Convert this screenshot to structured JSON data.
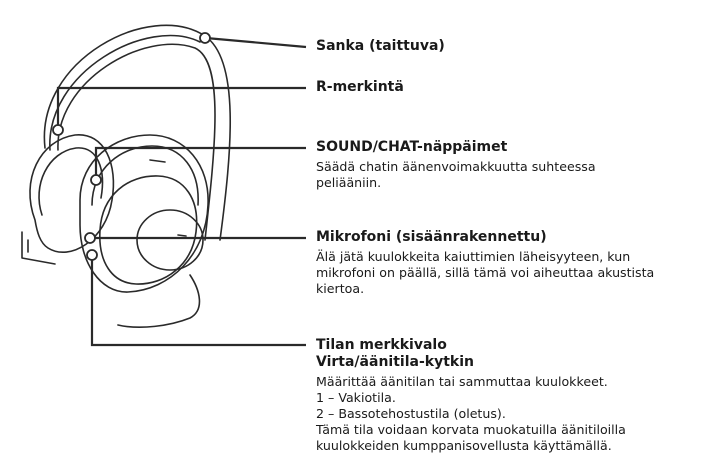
{
  "labels": {
    "headband": {
      "title": "Sanka (taittuva)"
    },
    "r_mark": {
      "title": "R-merkintä"
    },
    "sound_chat": {
      "title": "SOUND/CHAT-näppäimet",
      "description_lines": [
        "Säädä chatin äänenvoimakkuutta suhteessa",
        "peliääniin."
      ]
    },
    "microphone": {
      "title": "Mikrofoni (sisäänrakennettu)",
      "description_lines": [
        "Älä jätä kuulokkeita kaiuttimien läheisyyteen, kun",
        "mikrofoni on päällä, sillä tämä voi aiheuttaa akustista",
        "kiertoa."
      ]
    },
    "status_switch": {
      "title_lines": [
        "Tilan merkkivalo",
        "Virta/äänitila-kytkin"
      ],
      "description_lines": [
        "Määrittää äänitilan tai sammuttaa kuulokkeet.",
        "1 – Vakiotila.",
        "2 – Bassotehostustila (oletus).",
        "Tämä tila voidaan korvata muokatuilla äänitiloilla",
        "kuulokkeiden kumppanisovellusta käyttämällä."
      ]
    }
  }
}
